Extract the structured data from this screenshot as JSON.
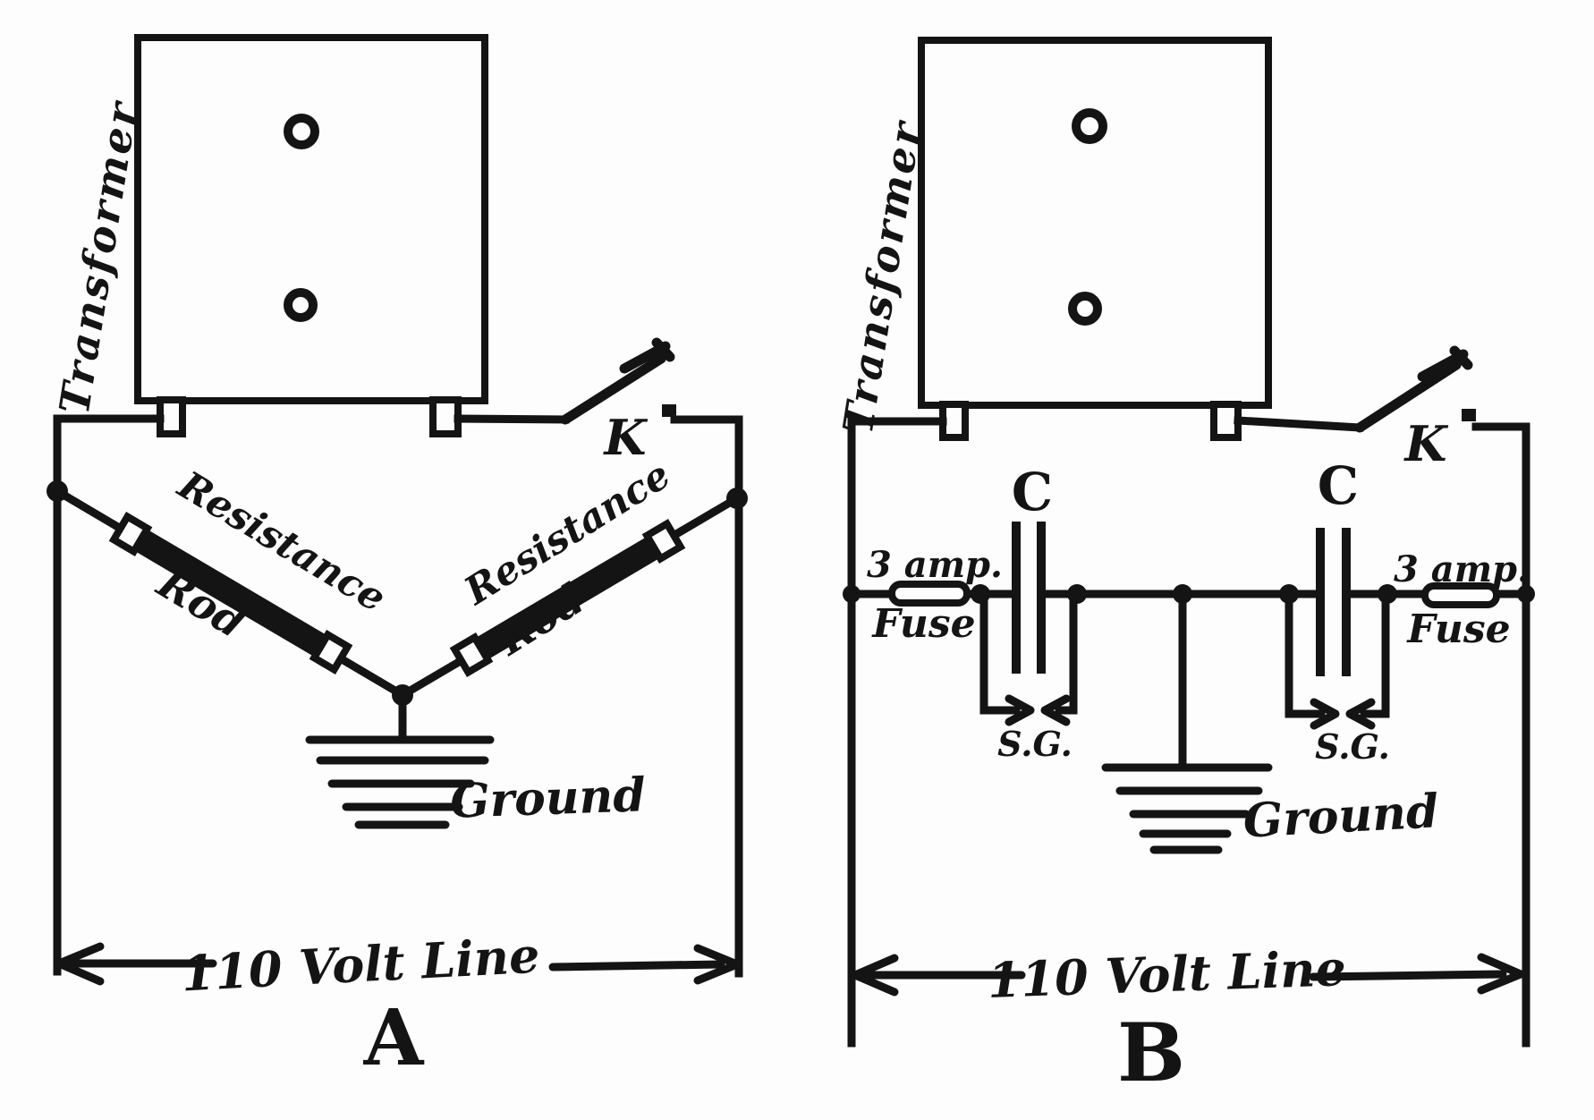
{
  "page": {
    "background_color": "#fdfdfd",
    "ink_color": "#141414"
  },
  "figure": {
    "diagram_a": {
      "transformer_label": "Transformer",
      "switch_label": "K",
      "resistance_rod_left": {
        "line1": "Resistance",
        "line2": "Rod"
      },
      "resistance_rod_right": {
        "line1": "Resistance",
        "line2": "Rod"
      },
      "ground_label": "Ground",
      "volt_line_label": "110 Volt Line",
      "figure_label": "A"
    },
    "diagram_b": {
      "transformer_label": "Transformer",
      "switch_label": "K",
      "fuse_left": {
        "rating": "3 amp.",
        "label": "Fuse"
      },
      "fuse_right": {
        "rating": "3 amp.",
        "label": "Fuse"
      },
      "capacitor_left_label": "C",
      "capacitor_right_label": "C",
      "spark_gap_left_label": "S.G.",
      "spark_gap_right_label": "S.G.",
      "ground_label": "Ground",
      "volt_line_label": "110 Volt Line",
      "figure_label": "B"
    }
  }
}
